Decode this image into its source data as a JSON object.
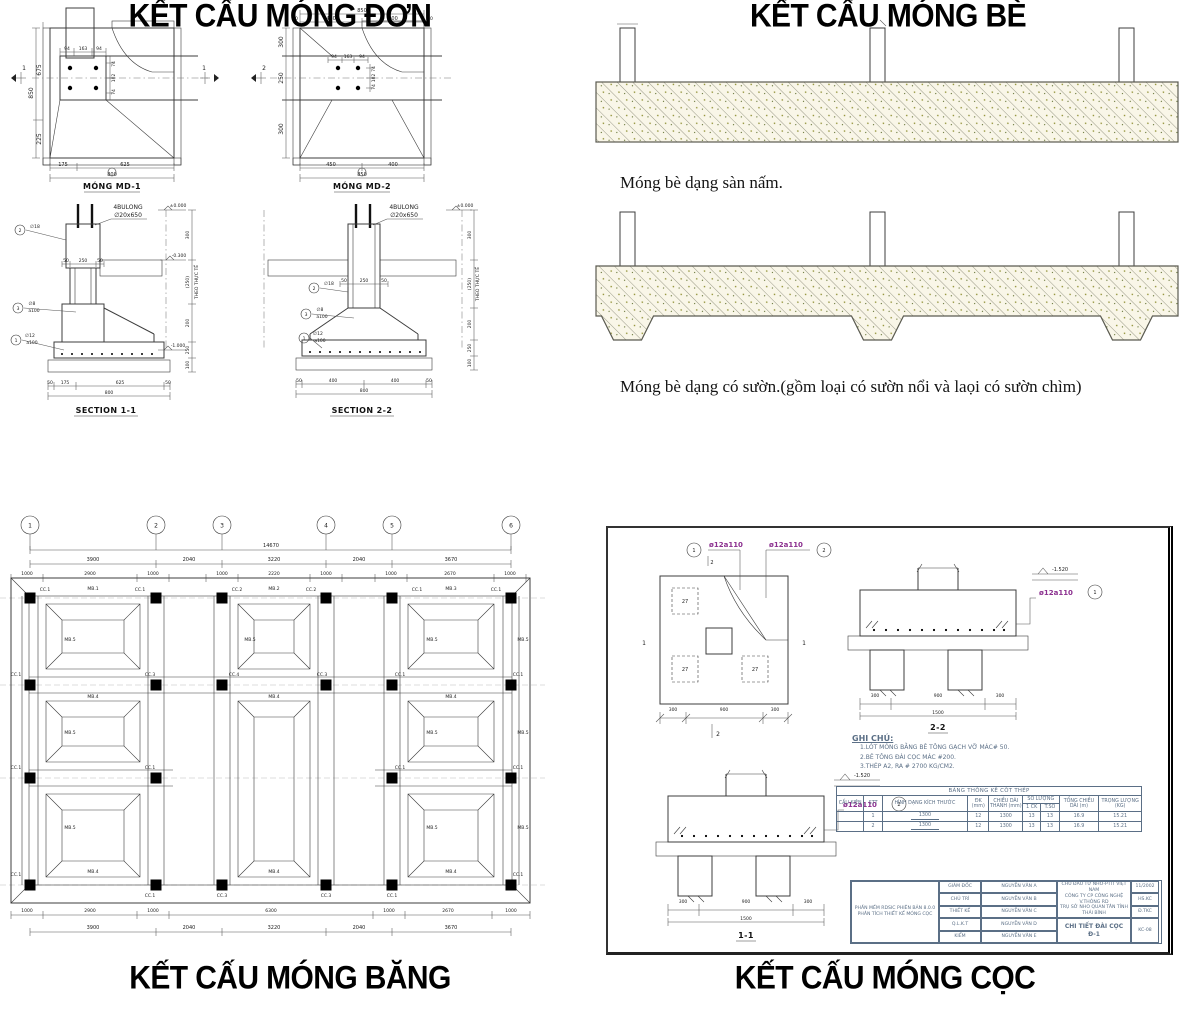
{
  "titles": {
    "mong_don": "KẾT CẤU MÓNG ĐƠN",
    "mong_be": "KẾT CẤU MÓNG BÈ",
    "mong_bang": "KẾT CẤU MÓNG BĂNG",
    "mong_coc": "KẾT CẤU MÓNG CỌC"
  },
  "mong_don": {
    "md1": {
      "caption": "MÓNG MD-1",
      "mark": "1",
      "d850": "850",
      "d675": "675",
      "d225": "225",
      "d175": "175",
      "d625": "625",
      "d800": "800",
      "t94a": "94",
      "t163": "163",
      "t94b": "94",
      "r74a": "74",
      "r102": "102",
      "r74b": "74"
    },
    "md2": {
      "caption": "MÓNG MD-2",
      "mark": "2",
      "top850": "850",
      "top450": "450",
      "top400": "400",
      "d50a": "50",
      "d50b": "50",
      "l300a": "300",
      "l250": "250",
      "l300b": "300",
      "t94a": "94",
      "t163": "163",
      "t94b": "94",
      "r74a": "74",
      "r102": "102",
      "r74b": "74",
      "b450": "450",
      "b400": "400",
      "b850": "850"
    },
    "sec11": {
      "caption": "SECTION 1-1",
      "bolt1": "4BULONG",
      "bolt2": "∅20x650",
      "elev0": "±0.000",
      "elev3": "-0.300",
      "elev10": "-1.000",
      "d300": "300",
      "d250p": "(250)",
      "theo": "THEO THỰC TẾ",
      "d200": "200",
      "d250": "250",
      "d100": "100",
      "p50a": "50",
      "p250": "250",
      "p50b": "50",
      "b50a": "50",
      "b175": "175",
      "b625": "625",
      "b50b": "50",
      "b800": "800",
      "c1": "1",
      "c2": "2",
      "c3": "3",
      "r18": "∅18",
      "r8": "∅8",
      "r8a": "a100",
      "r12": "∅12",
      "r12a": "a100"
    },
    "sec22": {
      "caption": "SECTION 2-2",
      "bolt1": "4BULONG",
      "bolt2": "∅20x650",
      "elev0": "±0.000",
      "d300": "300",
      "d250p": "(250)",
      "theo": "THEO THỰC TẾ",
      "d200": "200",
      "d250": "250",
      "d100": "100",
      "p50a": "50",
      "p250": "250",
      "p50b": "50",
      "b50a": "50",
      "b400a": "400",
      "b400b": "400",
      "b50b": "50",
      "b800": "800",
      "c1": "1",
      "c2": "2",
      "c3": "3",
      "r18": "∅18",
      "r8": "∅8",
      "r8a": "a100",
      "r12": "∅12",
      "r12a": "a100"
    }
  },
  "mong_be": {
    "caption1": "Móng bè dạng sàn nấm.",
    "caption2": "Móng bè dạng có sườn.(gồm loại có sườn nổi và laọi có sườn chìm)"
  },
  "mong_bang": {
    "bubbles": [
      "1",
      "2",
      "3",
      "4",
      "5",
      "6"
    ],
    "total": "14670",
    "spans": [
      "3900",
      "2040",
      "3220",
      "2040",
      "3670"
    ],
    "subdims": [
      "1000",
      "2900",
      "1000",
      "1000",
      "2220",
      "1000",
      "1000",
      "2670",
      "1000"
    ],
    "bottom1": [
      "1000",
      "2900",
      "1000",
      "6300",
      "1000",
      "2670",
      "1000"
    ],
    "bottom2": [
      "3900",
      "2040",
      "3220",
      "2040",
      "3670"
    ],
    "labels": {
      "mb1": "MB.1",
      "mb2": "MB.2",
      "mb3": "MB.3",
      "mb4": "MB.4",
      "mb5": "MB.5",
      "cc1": "CC.1",
      "cc2": "CC.2",
      "cc3": "CC.3",
      "cc4": "CC.4"
    }
  },
  "mong_coc": {
    "plan": {
      "rebar": "ø12a110",
      "pile": "27",
      "m1": "1",
      "m2": "2",
      "d300a": "300",
      "d900": "900",
      "d300b": "300"
    },
    "sec22": {
      "caption": "2-2",
      "elev": "-1.520",
      "rebar": "ø12a110",
      "callout": "1",
      "d300a": "300",
      "d900": "900",
      "d300b": "300",
      "total": "1500"
    },
    "sec11": {
      "caption": "1-1",
      "elev": "-1.520",
      "rebar": "ø12a110",
      "callout": "2",
      "d300a": "300",
      "d900": "900",
      "d300b": "300",
      "total": "1500"
    },
    "notes": {
      "title": "GHI CHÚ:",
      "n1": "1.LÓT MÓNG BẰNG BÊ TÔNG GẠCH VỠ MÁC# 50.",
      "n2": "2.BÊ TÔNG ĐÀI CỌC MÁC #200.",
      "n3": "3.THÉP A2, RA # 2700 KG/CM2."
    },
    "table": {
      "title": "BẢNG THỐNG KÊ CỐT THÉP",
      "h_cau_kien": "CẤU KIỆN",
      "h_stt": "STT",
      "h_hinh": "HÌNH DẠNG KÍCH THƯỚC",
      "h_dk": "ĐK (mm)",
      "h_cd": "CHIỀU DÀI THANH (mm)",
      "h_sl": "SỐ LƯỢNG",
      "h_1ck": "1 CK",
      "h_tso": "T.SỐ",
      "h_tong": "TỔNG CHIỀU DÀI (m)",
      "h_tl": "TRỌNG LƯỢNG (KG)",
      "rows": [
        {
          "stt": "1",
          "shape": "1300",
          "dk": "12",
          "cd": "1300",
          "ck": "13",
          "tso": "13",
          "tong": "16.9",
          "tl": "15.21"
        },
        {
          "stt": "2",
          "shape": "1300",
          "dk": "12",
          "cd": "1300",
          "ck": "13",
          "tso": "13",
          "tong": "16.9",
          "tl": "15.21"
        }
      ]
    },
    "tb": {
      "sw1": "PHẦN MỀM RDSIC PHIÊN BẢN 8.0.0",
      "sw2": "PHÂN TÍCH THIẾT KẾ MÓNG CỌC",
      "roles": [
        "GIÁM ĐỐC",
        "CHỦ TRÌ",
        "THIẾT KẾ",
        "Q.L.K.T",
        "KIỂM"
      ],
      "names": [
        "NGUYỄN VĂN A",
        "NGUYỄN VĂN B",
        "NGUYỄN VĂN C",
        "NGUYỄN VĂN D",
        "NGUYỄN VĂN E"
      ],
      "client1": "CHỦ ĐẦU TƯ NHO-PTIT VIỆT NAM",
      "client2": "CÔNG TY CP CÔNG NGHỆ V.THÔNG RD",
      "client3": "TRỤ SỞ NHO QUAN TÂN TỈNH THÁI BÌNH",
      "drawing": "CHI TIẾT ĐÀI CỌC Đ-1",
      "codes": [
        "11/2002",
        "HS.KC",
        "Đ.TKC",
        "KC-08"
      ]
    }
  }
}
